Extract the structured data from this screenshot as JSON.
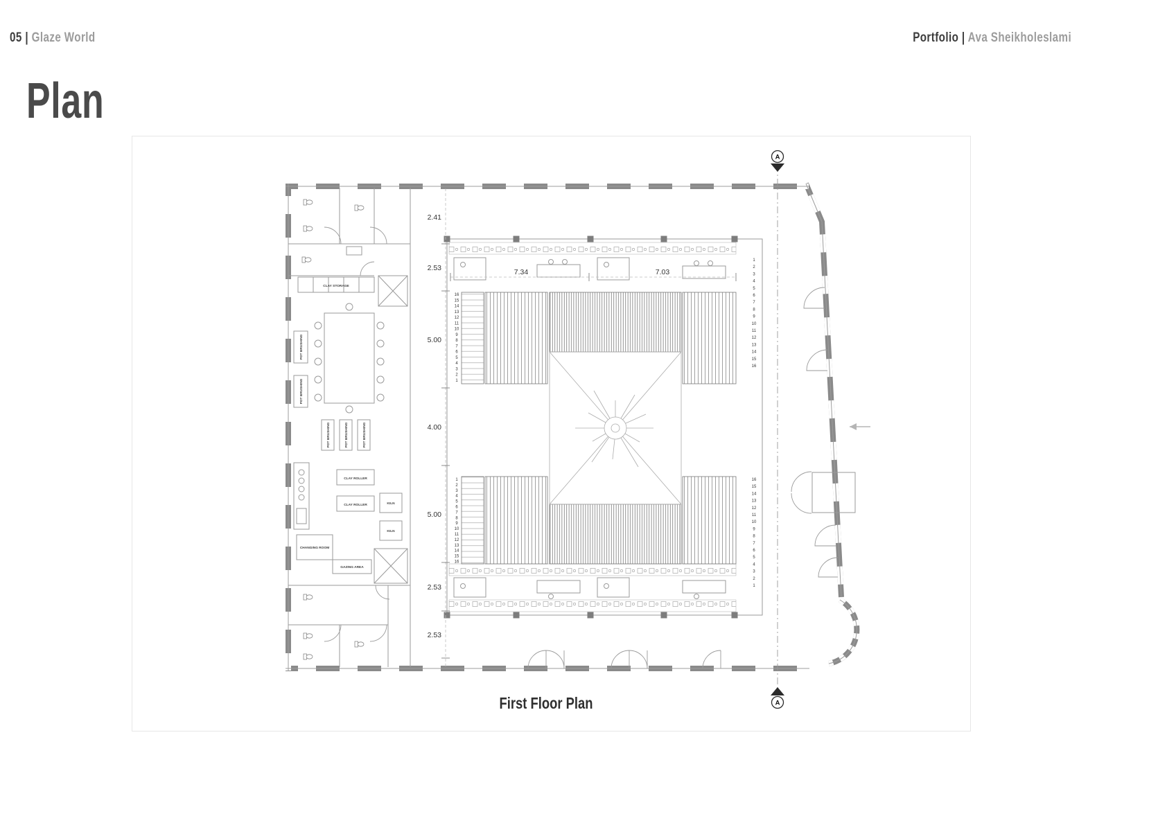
{
  "header": {
    "left": {
      "index": "05",
      "divider": "|",
      "project": "Glaze World"
    },
    "right": {
      "label": "Portfolio",
      "divider": "|",
      "author": "Ava Sheikholeslami"
    }
  },
  "page_title": "Plan",
  "caption": "First Floor Plan",
  "plan": {
    "section_marker_label": "A",
    "dimensions": {
      "left": [
        "2.41",
        "2.53",
        "5.00",
        "4.00",
        "5.00",
        "2.53",
        "2.53"
      ],
      "top": [
        "7.34",
        "7.03"
      ]
    },
    "rooms": {
      "clay_storage": "CLAY STORAGE",
      "pot_brushing": "POT BRUSHING",
      "clay_roller": "CLAY ROLLER",
      "kiln": "KILN",
      "changing_room": "CHANGING ROOM",
      "gazing_area": "GAZING AREA"
    },
    "seat_rows": [
      1,
      2,
      3,
      4,
      5,
      6,
      7,
      8,
      9,
      10,
      11,
      12,
      13,
      14,
      15,
      16
    ]
  },
  "colors": {
    "wall": "#8a8a8a",
    "line": "#9a9a9a",
    "text_dark": "#3d3d3d",
    "text_light": "#9c9c9c"
  }
}
